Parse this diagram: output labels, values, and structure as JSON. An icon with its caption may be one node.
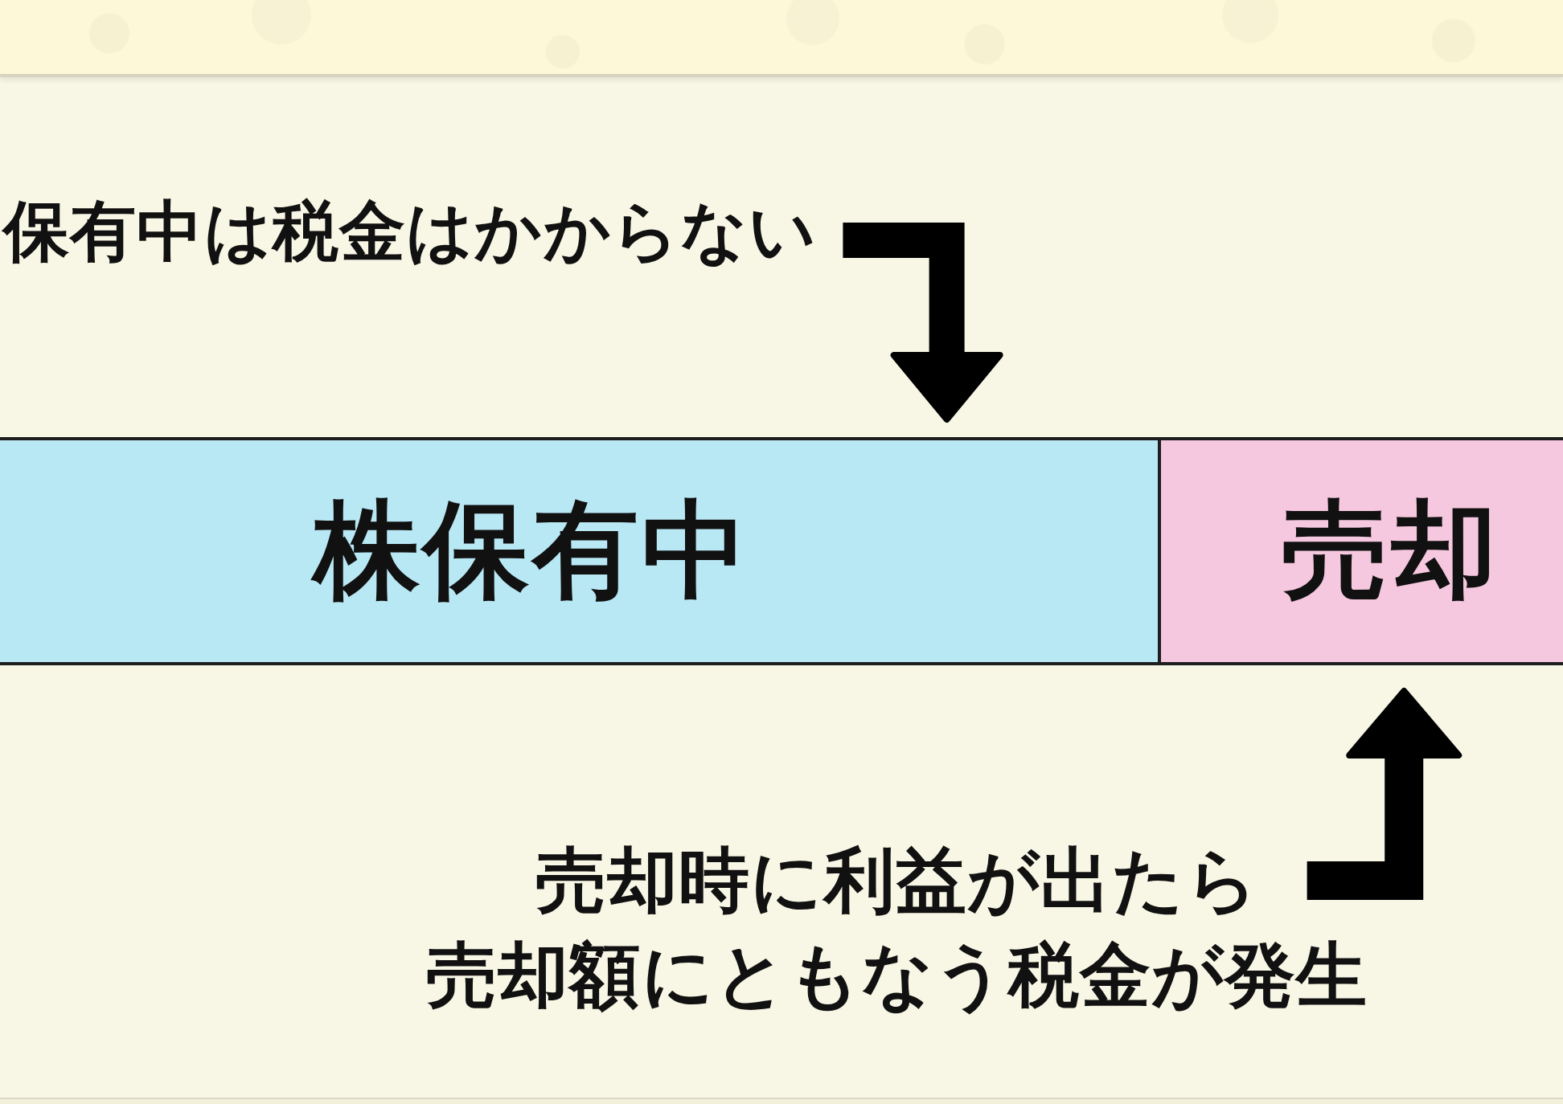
{
  "diagram": {
    "nodes": [
      {
        "text": [
          "保有中は税金はかからない"
        ]
      },
      {
        "text": [
          "株保有中"
        ]
      },
      {
        "text": [
          "売却"
        ]
      },
      {
        "text": [
          "売却時に利益が出たら売却額にともなう税金が発生"
        ]
      }
    ],
    "edges": [
      {
        "from": 0,
        "to": 1,
        "arrow": "to"
      },
      {
        "from": 3,
        "to": 2,
        "arrow": "to"
      }
    ]
  }
}
